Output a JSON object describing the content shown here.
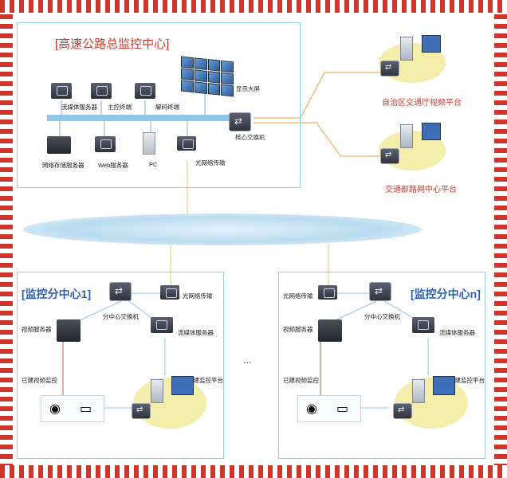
{
  "center": {
    "title": "[高速公路总监控中心]",
    "labels": {
      "streaming_server": "流媒体服务器",
      "main_control": "主控终端",
      "decode": "解码终端",
      "display_wall": "显示大屏",
      "storage": "网络存储服务器",
      "web_server": "Web服务器",
      "pc": "PC",
      "optical": "光网络传输",
      "core_switch": "核心交换机"
    }
  },
  "platforms": [
    {
      "label": "自治区交通厅视频平台"
    },
    {
      "label": "交通部路网中心平台"
    }
  ],
  "sub1": {
    "title": "[监控分中心1]",
    "labels": {
      "optical": "光网络传输",
      "switch": "分中心交换机",
      "video_server": "视频服务器",
      "streaming_server": "流媒体服务器",
      "built_monitor": "已建视频监控",
      "built_platform": "已建监控平台"
    }
  },
  "subn": {
    "title": "[监控分中心n]",
    "labels": {
      "optical": "光网络传输",
      "switch": "分中心交换机",
      "video_server": "视频服务器",
      "streaming_server": "流媒体服务器",
      "built_monitor": "已建视频监控",
      "built_platform": "已建监控平台"
    }
  },
  "ellipsis": "...",
  "colors": {
    "frame_red": "#d0352a",
    "title_red": "#d23a2d",
    "title_blue": "#2e5fb0",
    "box_border": "#8fd0e8",
    "bus_blue": "#8ec7e6",
    "link_orange": "#f1a23a",
    "link_yellow": "#e9d57a",
    "link_red": "#c9574c",
    "oval_yellow": "#f5eeab"
  }
}
